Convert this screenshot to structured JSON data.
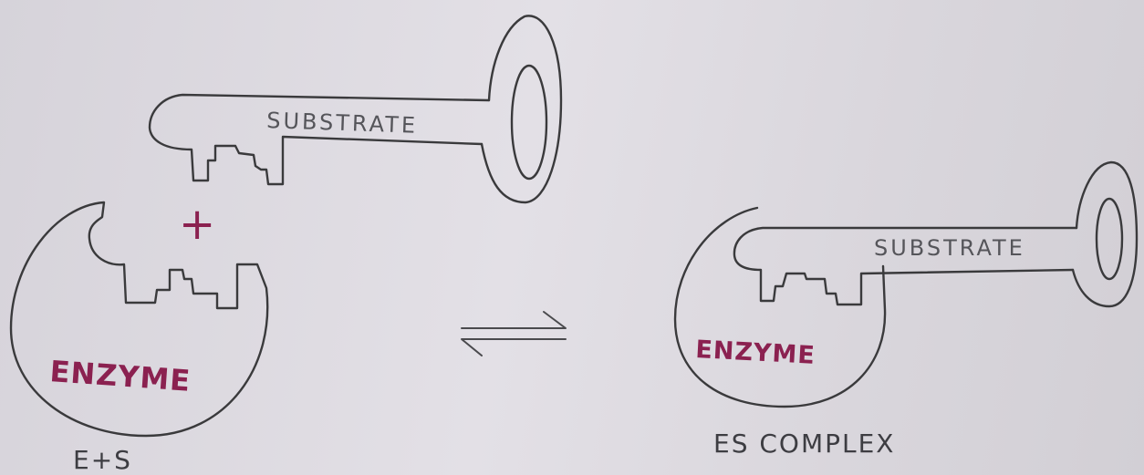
{
  "labels": {
    "substrate_free": "SUBSTRATE",
    "enzyme_free": "ENZYME",
    "plus": "+",
    "reactants": "E+S",
    "substrate_bound": "SUBSTRATE",
    "enzyme_bound": "ENZYME",
    "product": "ES COMPLEX"
  },
  "colors": {
    "ink": "#3a3a3c",
    "enzyme_text": "#8b2150",
    "paper": "#dcd9df"
  }
}
